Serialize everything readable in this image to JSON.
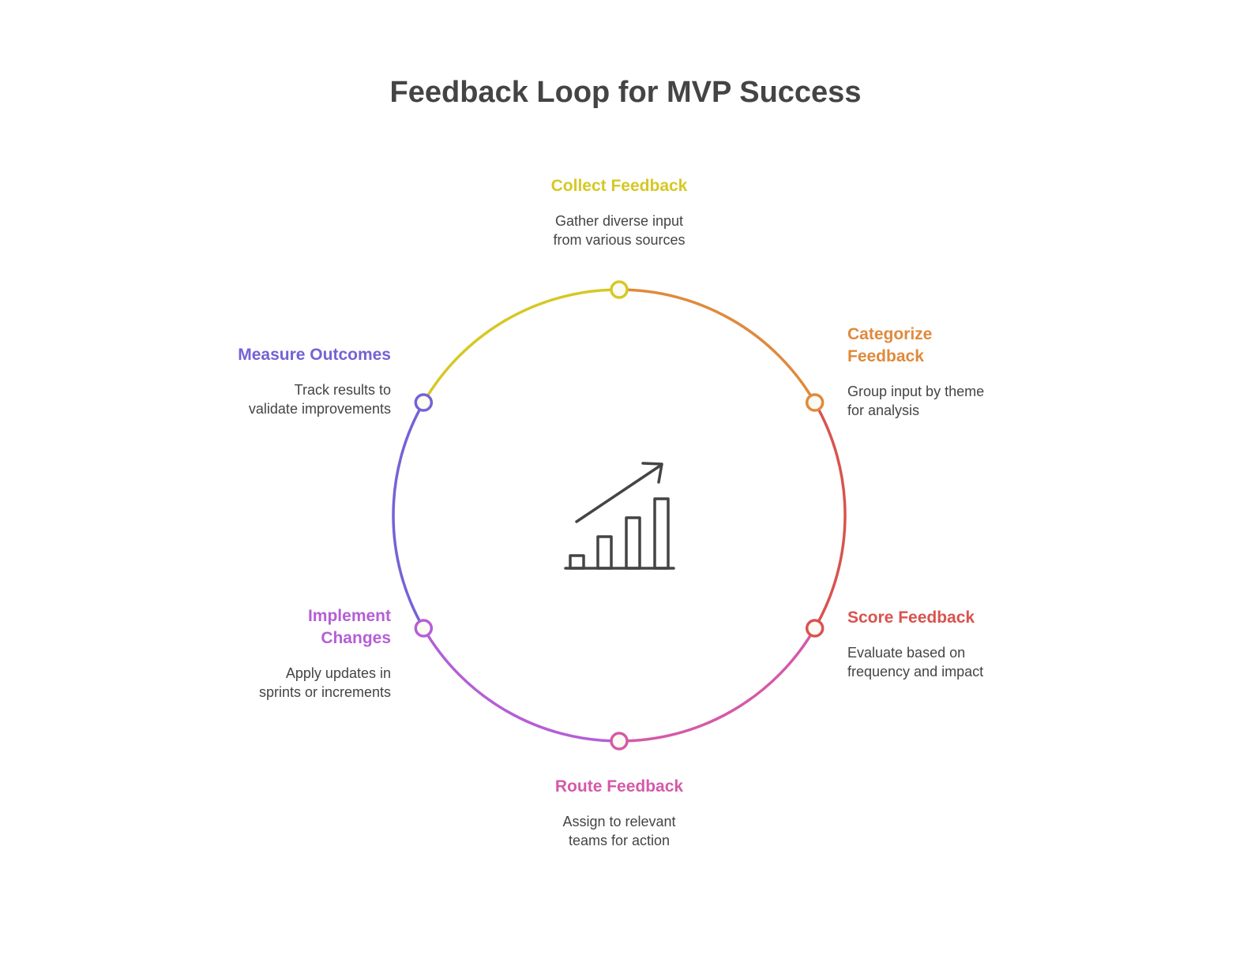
{
  "title": "Feedback Loop for MVP Success",
  "center_icon": "bar-chart-growth-icon",
  "steps": [
    {
      "title": "Collect Feedback",
      "desc_lines": [
        "Gather diverse input",
        "from various sources"
      ],
      "color": "#d6c824"
    },
    {
      "title": "Categorize Feedback",
      "title_lines": [
        "Categorize",
        "Feedback"
      ],
      "desc_lines": [
        "Group input by theme",
        "for analysis"
      ],
      "color": "#df8a3c"
    },
    {
      "title": "Score Feedback",
      "desc_lines": [
        "Evaluate based on",
        "frequency and impact"
      ],
      "color": "#d9534f"
    },
    {
      "title": "Route Feedback",
      "desc_lines": [
        "Assign to relevant",
        "teams for action"
      ],
      "color": "#d45aa8"
    },
    {
      "title": "Implement Changes",
      "title_lines": [
        "Implement",
        "Changes"
      ],
      "desc_lines": [
        "Apply updates in",
        "sprints or increments"
      ],
      "color": "#b45fd6"
    },
    {
      "title": "Measure Outcomes",
      "desc_lines": [
        "Track results to",
        "validate improvements"
      ],
      "color": "#7363d6"
    }
  ]
}
